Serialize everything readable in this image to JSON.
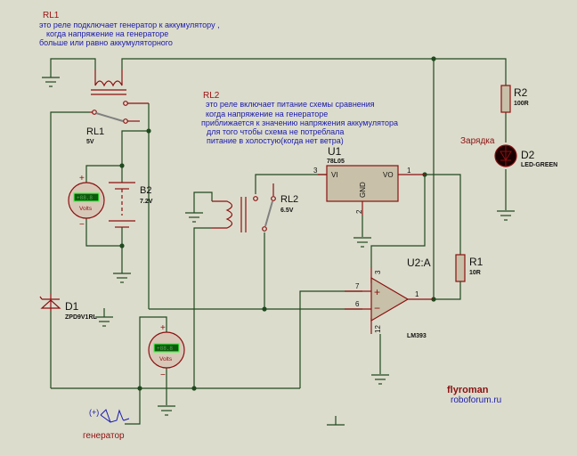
{
  "notes": {
    "rl1": {
      "title": "RL1",
      "lines": [
        "это реле подключает генератор к аккумулятору ,",
        "когда напряжение на генераторе",
        "больше или равно аккумуляторного"
      ]
    },
    "rl2": {
      "title": "RL2",
      "lines": [
        "это реле включает питание схемы сравнения",
        "когда напряжение на генераторе",
        "приближается к значению напряжения аккумулятора",
        "для того чтобы схема не потреблала",
        "питание в холостую(когда нет ветра)"
      ]
    }
  },
  "components": {
    "rl1": {
      "ref": "RL1",
      "value": "5V"
    },
    "rl2": {
      "ref": "RL2",
      "value": "6.5V"
    },
    "b2": {
      "ref": "B2",
      "value": "7.2V"
    },
    "u1": {
      "ref": "U1",
      "value": "78L05",
      "pin_vi": "VI",
      "pin_vo": "VO",
      "pin_gnd": "GND",
      "pins": [
        "3",
        "1",
        "2"
      ]
    },
    "u2": {
      "ref": "U2:A",
      "value": "LM393",
      "pins": [
        "3",
        "7",
        "6",
        "1",
        "12"
      ],
      "plus": "+",
      "minus": "−"
    },
    "r1": {
      "ref": "R1",
      "value": "10R"
    },
    "r2": {
      "ref": "R2",
      "value": "100R"
    },
    "d1": {
      "ref": "D1",
      "value": "ZPD9V1RL"
    },
    "d2": {
      "ref": "D2",
      "value": "LED-GREEN",
      "label": "Зарядка"
    },
    "voltmeter1": {
      "display": "+88.8",
      "unit": "Volts",
      "plus": "+",
      "minus": "−"
    },
    "voltmeter2": {
      "display": "+88.8",
      "unit": "Volts",
      "plus": "+",
      "minus": "−"
    },
    "generator": {
      "label": "генератор",
      "polarity": "(+)"
    }
  },
  "credits": {
    "author": "flyroman",
    "site": "roboforum.ru"
  },
  "colors": {
    "background": "#dcdccc",
    "wire": "#1f4a1f",
    "component": "#8b1010",
    "note_text": "#1a1ab0",
    "note_title": "#9a1010"
  }
}
